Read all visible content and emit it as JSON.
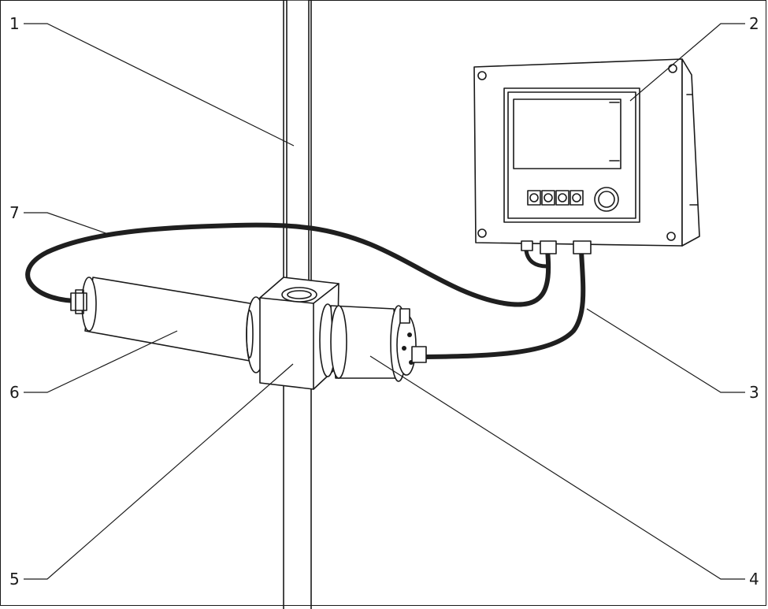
{
  "callouts": [
    {
      "id": "1",
      "label": "1"
    },
    {
      "id": "2",
      "label": "2"
    },
    {
      "id": "3",
      "label": "3"
    },
    {
      "id": "4",
      "label": "4"
    },
    {
      "id": "5",
      "label": "5"
    },
    {
      "id": "6",
      "label": "6"
    },
    {
      "id": "7",
      "label": "7"
    }
  ],
  "colors": {
    "line": "#1a1a1a",
    "cable": "#1f1f1f",
    "fill": "#ffffff"
  }
}
